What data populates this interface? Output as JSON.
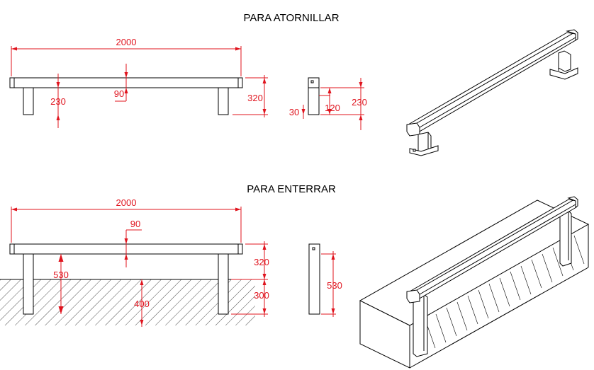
{
  "titles": {
    "top": "PARA ATORNILLAR",
    "bottom": "PARA ENTERRAR"
  },
  "top_front": {
    "length": "2000",
    "rail": "90",
    "leg": "230",
    "total": "320"
  },
  "top_side": {
    "base": "30",
    "post": "120",
    "height": "230"
  },
  "bottom_front": {
    "length": "2000",
    "rail": "90",
    "post": "530",
    "above": "320",
    "buried": "300",
    "depth": "400"
  },
  "bottom_side": {
    "post": "530"
  },
  "colors": {
    "dimension": "#e0141e",
    "outline": "#000000"
  }
}
